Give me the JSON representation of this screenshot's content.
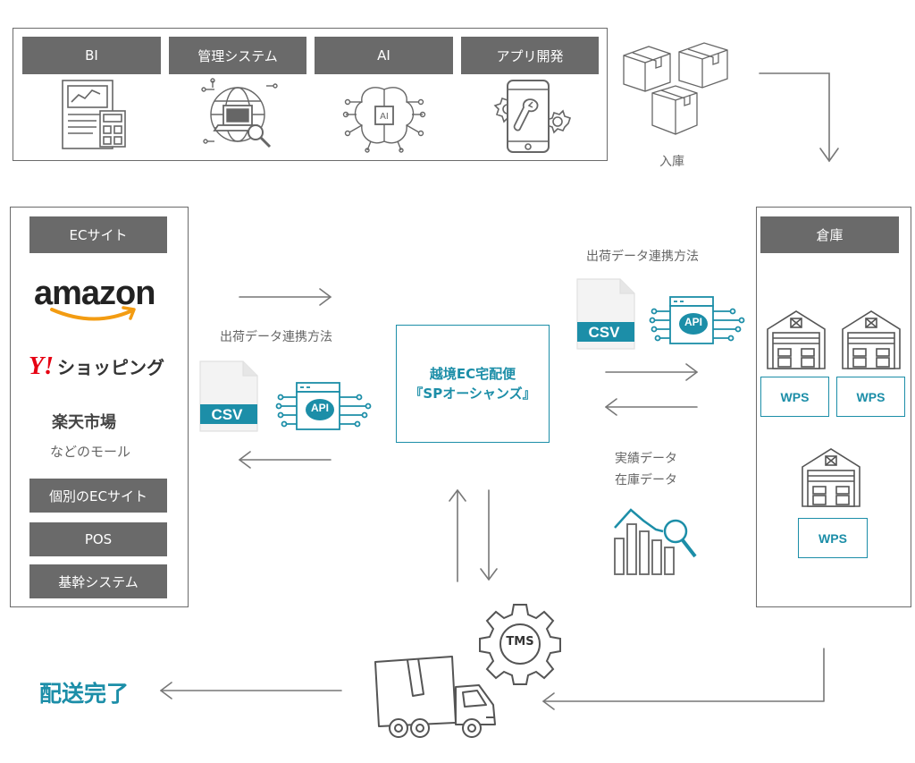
{
  "top_panel": {
    "categories": [
      {
        "label": "BI",
        "icon": "bi-report-icon"
      },
      {
        "label": "管理システム",
        "icon": "globe-laptop-icon"
      },
      {
        "label": "AI",
        "icon": "ai-brain-icon"
      },
      {
        "label": "アプリ開発",
        "icon": "mobile-app-dev-icon"
      }
    ]
  },
  "inbound": {
    "label": "入庫"
  },
  "ec_panel": {
    "header": "ECサイト",
    "amazon": "amazon",
    "yahoo_y": "Y",
    "yahoo_excl": "!",
    "yahoo_text": "ショッピング",
    "rakuten": "楽天市場",
    "mall_note": "などのモール",
    "buttons": [
      "個別のECサイト",
      "POS",
      "基幹システム"
    ]
  },
  "left_link": {
    "label": "出荷データ連携方法",
    "csv": "CSV",
    "api": "API"
  },
  "center": {
    "line1": "越境EC宅配便",
    "line2": "『SPオーシャンズ』"
  },
  "right_link": {
    "label": "出荷データ連携方法",
    "csv": "CSV",
    "api": "API"
  },
  "result_data": {
    "line1": "実績データ",
    "line2": "在庫データ"
  },
  "warehouse": {
    "header": "倉庫",
    "wps": [
      "WPS",
      "WPS",
      "WPS"
    ]
  },
  "tms": {
    "label": "TMS"
  },
  "delivery": {
    "label": "配送完了"
  },
  "colors": {
    "accent": "#1c8ea8",
    "gray_label": "#6a6a6a",
    "border": "#6b6b6b",
    "amazon_orange": "#f39c12",
    "yahoo_red": "#e60012"
  }
}
